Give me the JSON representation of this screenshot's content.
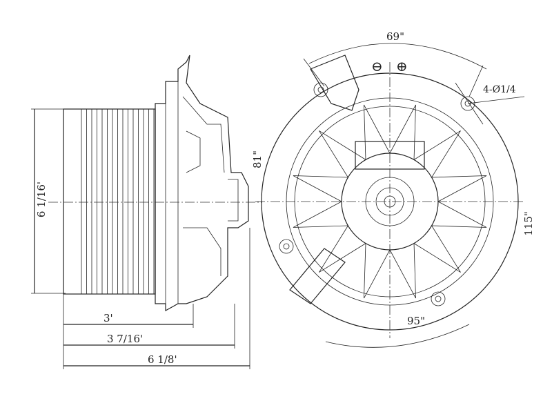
{
  "drawing": {
    "side_view": {
      "height_label": "6 1/16'",
      "width_fan_label": "3'",
      "width_mid_label": "3 7/16'",
      "width_total_label": "6 1/8'"
    },
    "front_view": {
      "top_angle_label": "69\"",
      "hole_label": "4-Ø1/4",
      "left_angle_label": "81\"",
      "right_angle_label": "115\"",
      "bottom_angle_label": "95\"",
      "negative_terminal": "⊖",
      "positive_terminal": "⊕"
    }
  }
}
